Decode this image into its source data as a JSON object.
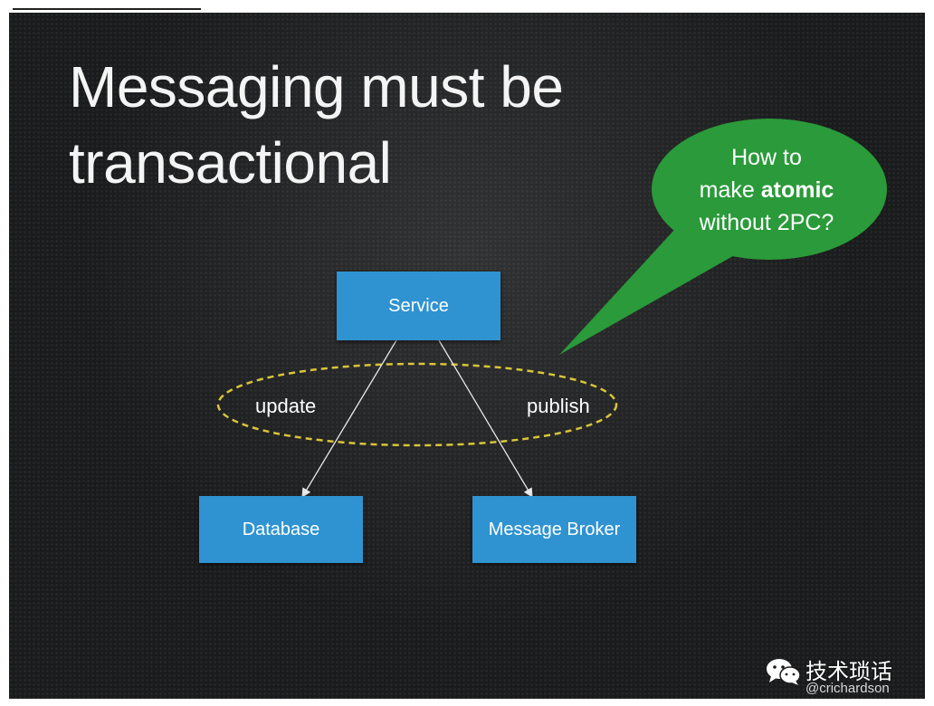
{
  "slide": {
    "title_lines": [
      "Messaging must be",
      "transactional"
    ]
  },
  "diagram": {
    "nodes": {
      "service": "Service",
      "database": "Database",
      "broker": "Message Broker"
    },
    "edges": {
      "update": "update",
      "publish": "publish"
    }
  },
  "callout": {
    "line1": "How to",
    "line2_prefix": "make ",
    "line2_bold": "atomic",
    "line3": "without 2PC?"
  },
  "watermark": {
    "main": "技术琐话",
    "sub": "@crichardson"
  },
  "colors": {
    "box": "#2f93d1",
    "bubble": "#2a9a3a",
    "dashed_ellipse": "#d8c53a",
    "background": "#1a1b1c"
  },
  "icons": [
    "wechat-icon"
  ]
}
